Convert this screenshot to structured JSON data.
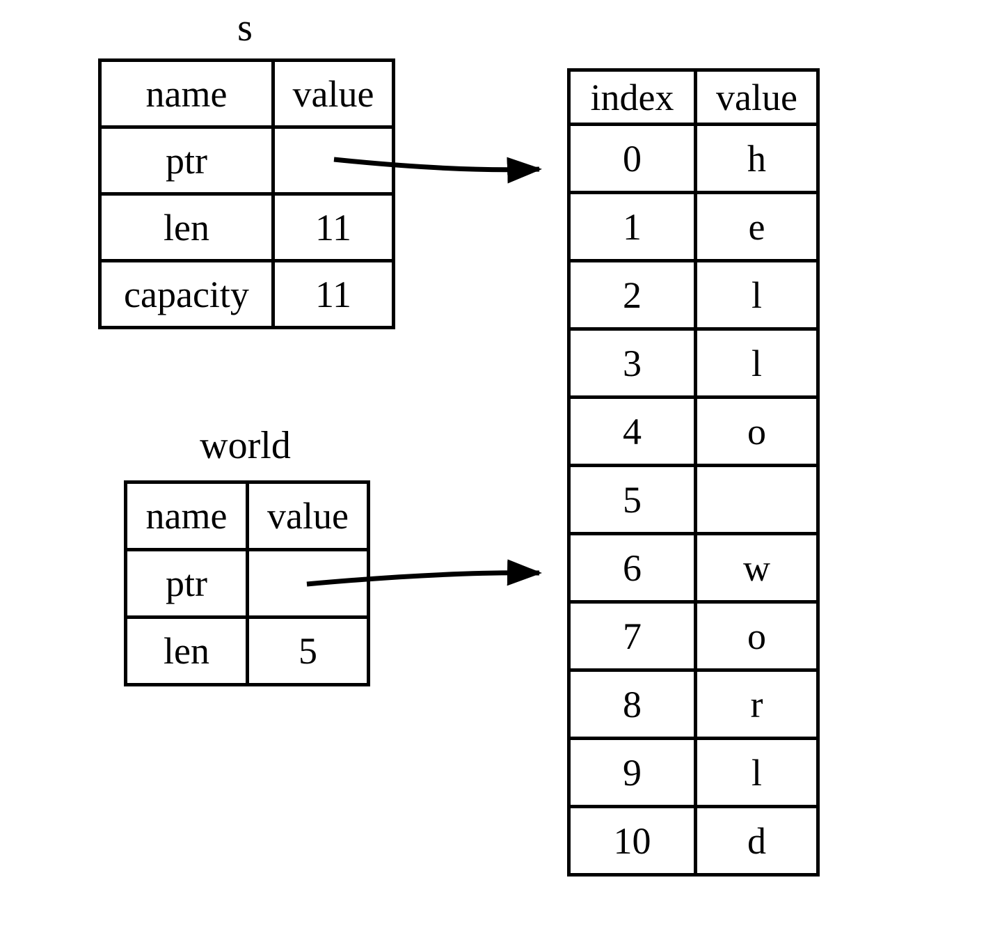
{
  "colors": {
    "foreground": "#000000",
    "background": "#ffffff"
  },
  "s_struct": {
    "title": "s",
    "col_headers": [
      "name",
      "value"
    ],
    "rows": [
      {
        "name": "ptr",
        "value": ""
      },
      {
        "name": "len",
        "value": "11"
      },
      {
        "name": "capacity",
        "value": "11"
      }
    ]
  },
  "world_struct": {
    "title": "world",
    "col_headers": [
      "name",
      "value"
    ],
    "rows": [
      {
        "name": "ptr",
        "value": ""
      },
      {
        "name": "len",
        "value": "5"
      }
    ]
  },
  "heap_string": {
    "col_headers": [
      "index",
      "value"
    ],
    "rows": [
      {
        "index": "0",
        "value": "h"
      },
      {
        "index": "1",
        "value": "e"
      },
      {
        "index": "2",
        "value": "l"
      },
      {
        "index": "3",
        "value": "l"
      },
      {
        "index": "4",
        "value": "o"
      },
      {
        "index": "5",
        "value": ""
      },
      {
        "index": "6",
        "value": "w"
      },
      {
        "index": "7",
        "value": "o"
      },
      {
        "index": "8",
        "value": "r"
      },
      {
        "index": "9",
        "value": "l"
      },
      {
        "index": "10",
        "value": "d"
      }
    ]
  },
  "arrows": [
    {
      "from": "s.ptr",
      "to": "heap_string.index_0"
    },
    {
      "from": "world.ptr",
      "to": "heap_string.index_6"
    }
  ]
}
